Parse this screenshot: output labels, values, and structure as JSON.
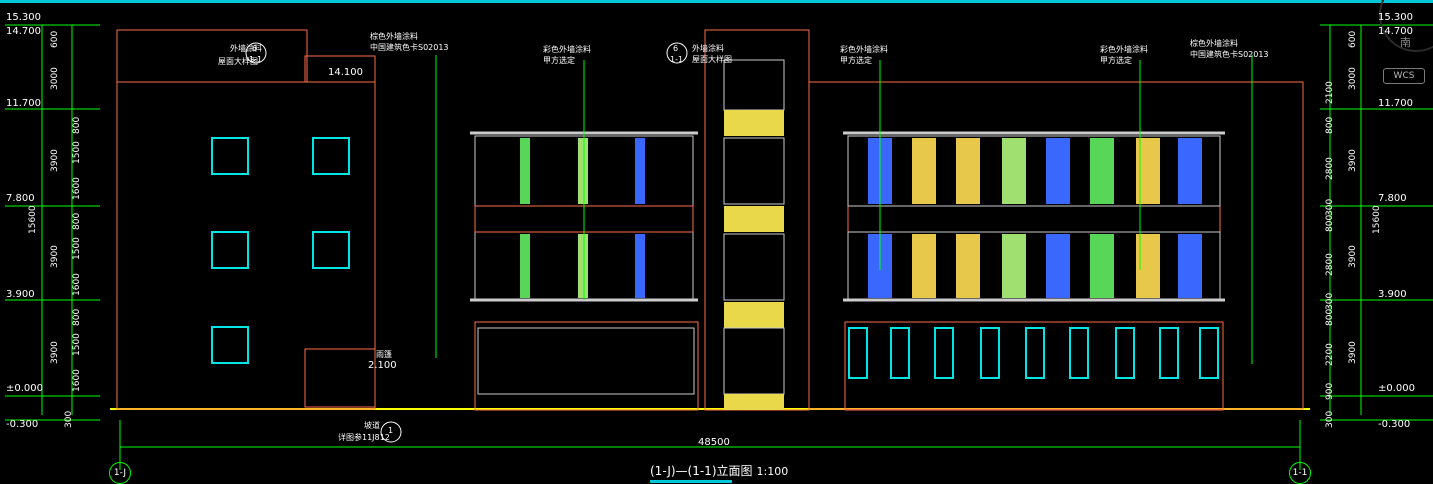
{
  "colors": {
    "background": "#000000",
    "dim": "#00ff00",
    "building": "#ff6b4a",
    "window": "#00e5e5",
    "ground": "#ffff00",
    "text": "#ffffff",
    "accent": "#00c8d8"
  },
  "elevations_left": [
    "15.300",
    "14.700",
    "11.700",
    "7.800",
    "3.900",
    "±0.000",
    "-0.300"
  ],
  "elevations_right": [
    "15.300",
    "14.700",
    "11.700",
    "7.800",
    "3.900",
    "±0.000",
    "-0.300"
  ],
  "left_dims": [
    "600",
    "3000",
    "800",
    "1500",
    "3900",
    "1600",
    "15600",
    "800",
    "1500",
    "3900",
    "1600",
    "800",
    "1500",
    "3900",
    "1600",
    "300"
  ],
  "right_dims": [
    "600",
    "3000",
    "2100",
    "800",
    "3900",
    "2800",
    "15600",
    "300",
    "800",
    "3900",
    "2800",
    "300",
    "800",
    "3900",
    "2200",
    "900",
    "300"
  ],
  "notes": {
    "n1": "外墙涂料",
    "n2": "屋面大样图",
    "n3": "棕色外墙涂料",
    "n4": "中国建筑色卡S02013",
    "n5": "彩色外墙涂料",
    "n6": "甲方选定",
    "n7": "彩色外墙涂料",
    "n8": "甲方选定",
    "n9": "棕色外墙涂料",
    "n10": "中国建筑色卡S02013",
    "n11": "彩色外墙涂料",
    "n12": "甲方选定",
    "n13": "外墙涂料",
    "n14": "屋面大样图",
    "roof_elev": "14.100",
    "door_elev": "2.100",
    "ramp": "坡道",
    "ramp_ref": "详图参11J812",
    "n_bot": "雨篷"
  },
  "detail_marks": [
    "6",
    "1-1",
    "6",
    "1-1",
    "1"
  ],
  "overall_dim": "48500",
  "axis_left": "1-J",
  "axis_right": "1-1",
  "title": {
    "main": "(1-J)—(1-1)立面图",
    "scale": "1:100"
  },
  "viewport": {
    "wcs": "WCS",
    "compass": "南"
  }
}
